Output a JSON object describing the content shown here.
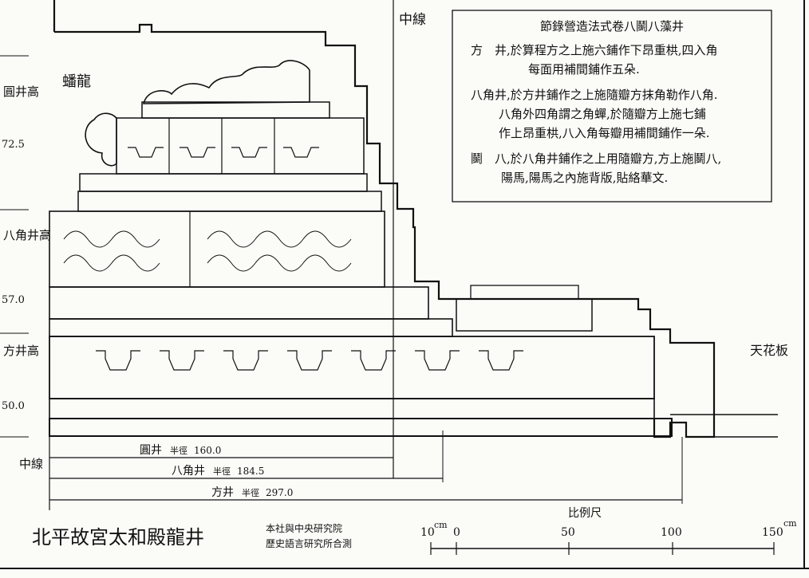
{
  "center_line_top": "中線",
  "dragon_label": "蟠龍",
  "ceiling_board_label": "天花板",
  "left_heights": [
    {
      "label": "圓井高",
      "value": "72.5"
    },
    {
      "label": "八角井高",
      "value": "57.0"
    },
    {
      "label": "方井高",
      "value": "50.0"
    }
  ],
  "center_line_bottom": "中線",
  "notes": {
    "title": "節錄營造法式卷八鬬八藻井",
    "lines": [
      "方　井,於算程方之上施六鋪作下昂重栱,四入角",
      "每面用補間鋪作五朵.",
      "八角井,於方井鋪作之上施隨瓣方抹角勒作八角.",
      "八角外四角謂之角蟬,於隨瓣方上施七鋪",
      "作上昂重栱,八入角每瓣用補間鋪作一朵.",
      "鬬　八,於八角井鋪作之上用隨瓣方,方上施鬬八,",
      "陽馬,陽馬之內施背版,貼絡華文."
    ]
  },
  "dimensions": [
    {
      "name": "圓井",
      "radius_label": "半徑",
      "value": "160.0"
    },
    {
      "name": "八角井",
      "radius_label": "半徑",
      "value": "184.5"
    },
    {
      "name": "方井",
      "radius_label": "半徑",
      "value": "297.0"
    }
  ],
  "title": "北平故宮太和殿龍井",
  "credit_lines": [
    "本社與中央研究院",
    "歷史語言研究所合測"
  ],
  "scale": {
    "label": "比例尺",
    "unit": "cm",
    "ticks": [
      "10",
      "0",
      "50",
      "100",
      "150"
    ]
  }
}
